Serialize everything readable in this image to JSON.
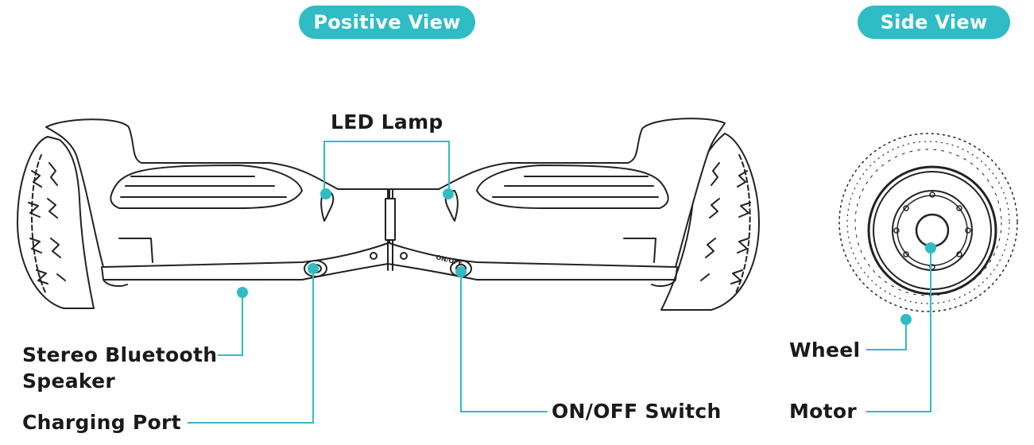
{
  "colors": {
    "accent": "#2fbcc4",
    "text": "#1a1a1a",
    "outline": "#222222"
  },
  "views": {
    "positive": "Positive View",
    "side": "Side View"
  },
  "labels": {
    "led_lamp": "LED Lamp",
    "speaker_line1": "Stereo Bluetooth",
    "speaker_line2": "Speaker",
    "charging_port": "Charging Port",
    "on_off_switch": "ON/OFF Switch",
    "wheel": "Wheel",
    "motor": "Motor",
    "switch_print": "ON/OFF"
  }
}
